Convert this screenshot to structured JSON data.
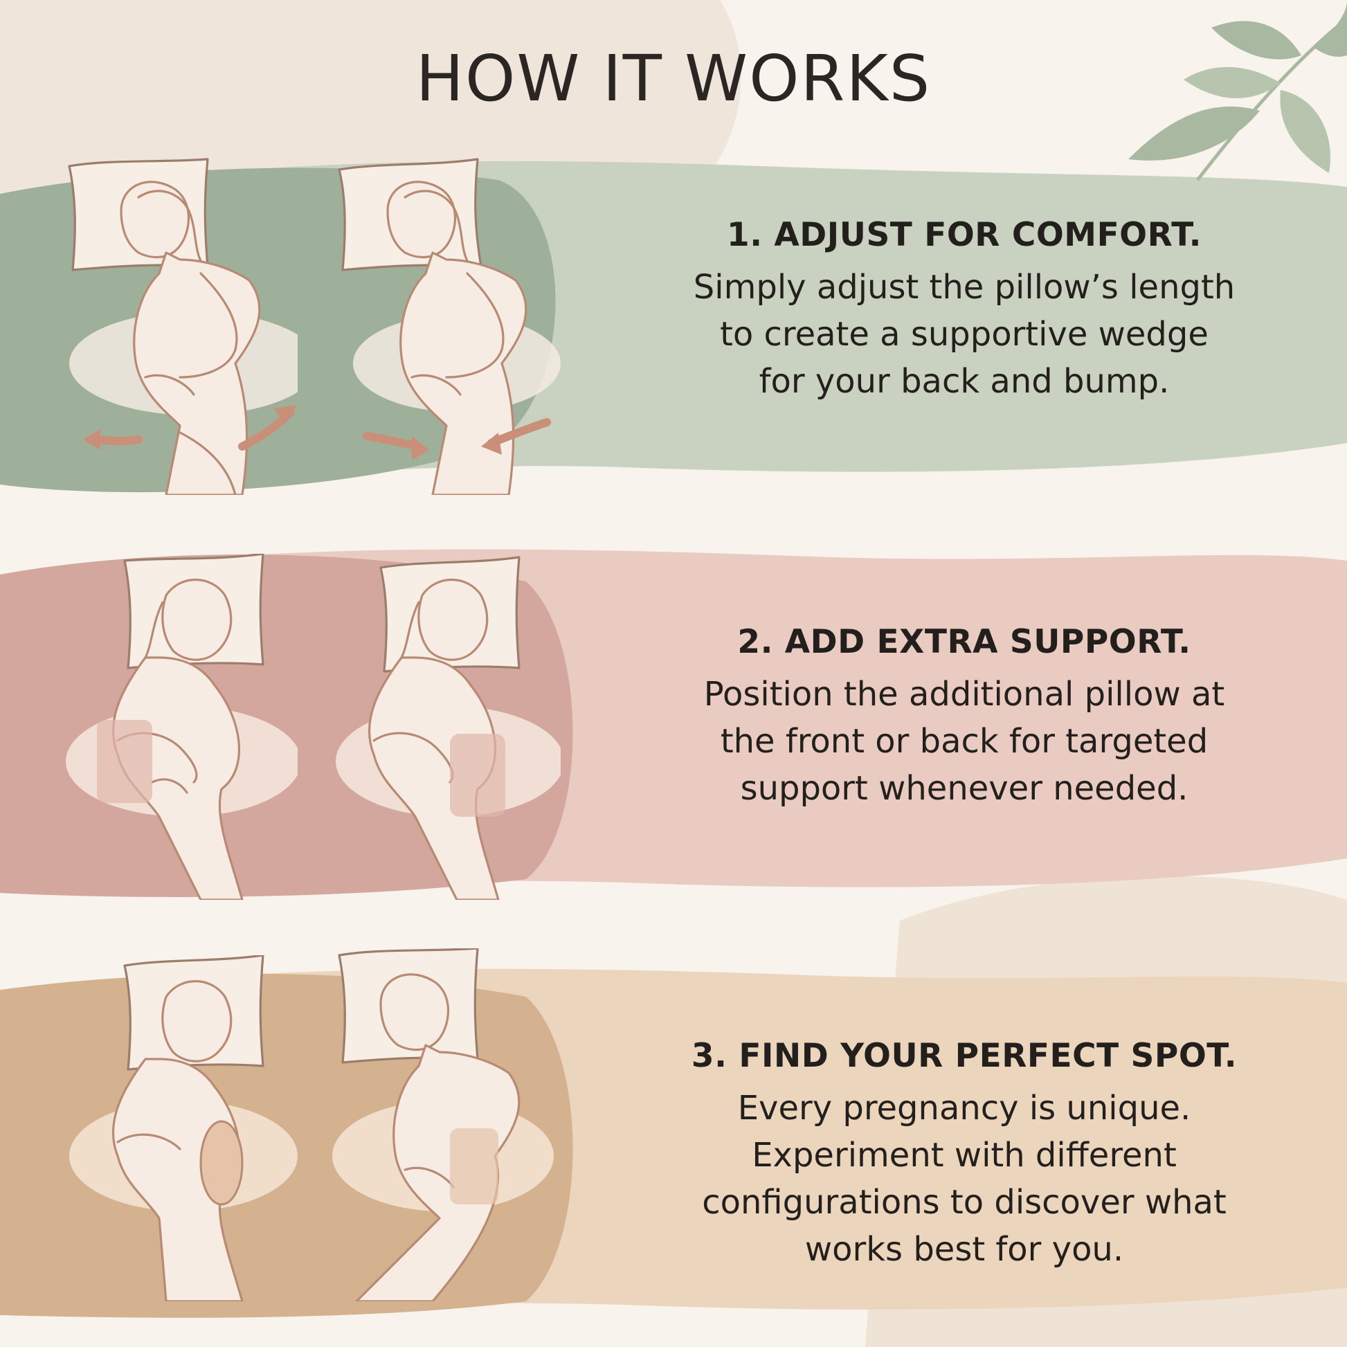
{
  "title": "HOW IT WORKS",
  "steps": [
    {
      "heading": "1. ADJUST FOR COMFORT.",
      "body": "Simply adjust the pillow’s length\nto create a supportive wedge\nfor your back and bump."
    },
    {
      "heading": "2. ADD EXTRA SUPPORT.",
      "body": "Position the additional pillow at\nthe front or back for targeted\nsupport whenever needed."
    },
    {
      "heading": "3. FIND YOUR PERFECT SPOT.",
      "body": "Every pregnancy is unique.\nExperiment with different\nconfigurations to discover what\nworks best for you."
    }
  ],
  "colors": {
    "background": "#f8f3ec",
    "sage_band": "#c9d2c0",
    "sage_dark": "#9fb09a",
    "rose_band": "#e9cbc1",
    "rose_dark": "#d3a79d",
    "sand_band": "#ecd5bd",
    "sand_dark": "#d4b18f",
    "leaf": "#a9b8a0",
    "line_art": "#b98a73",
    "arrow": "#c98f78",
    "text": "#231f1c"
  },
  "icons": [
    "leaf-branch-icon",
    "pillow-icon",
    "sleeping-woman-icon",
    "arrow-icon"
  ]
}
